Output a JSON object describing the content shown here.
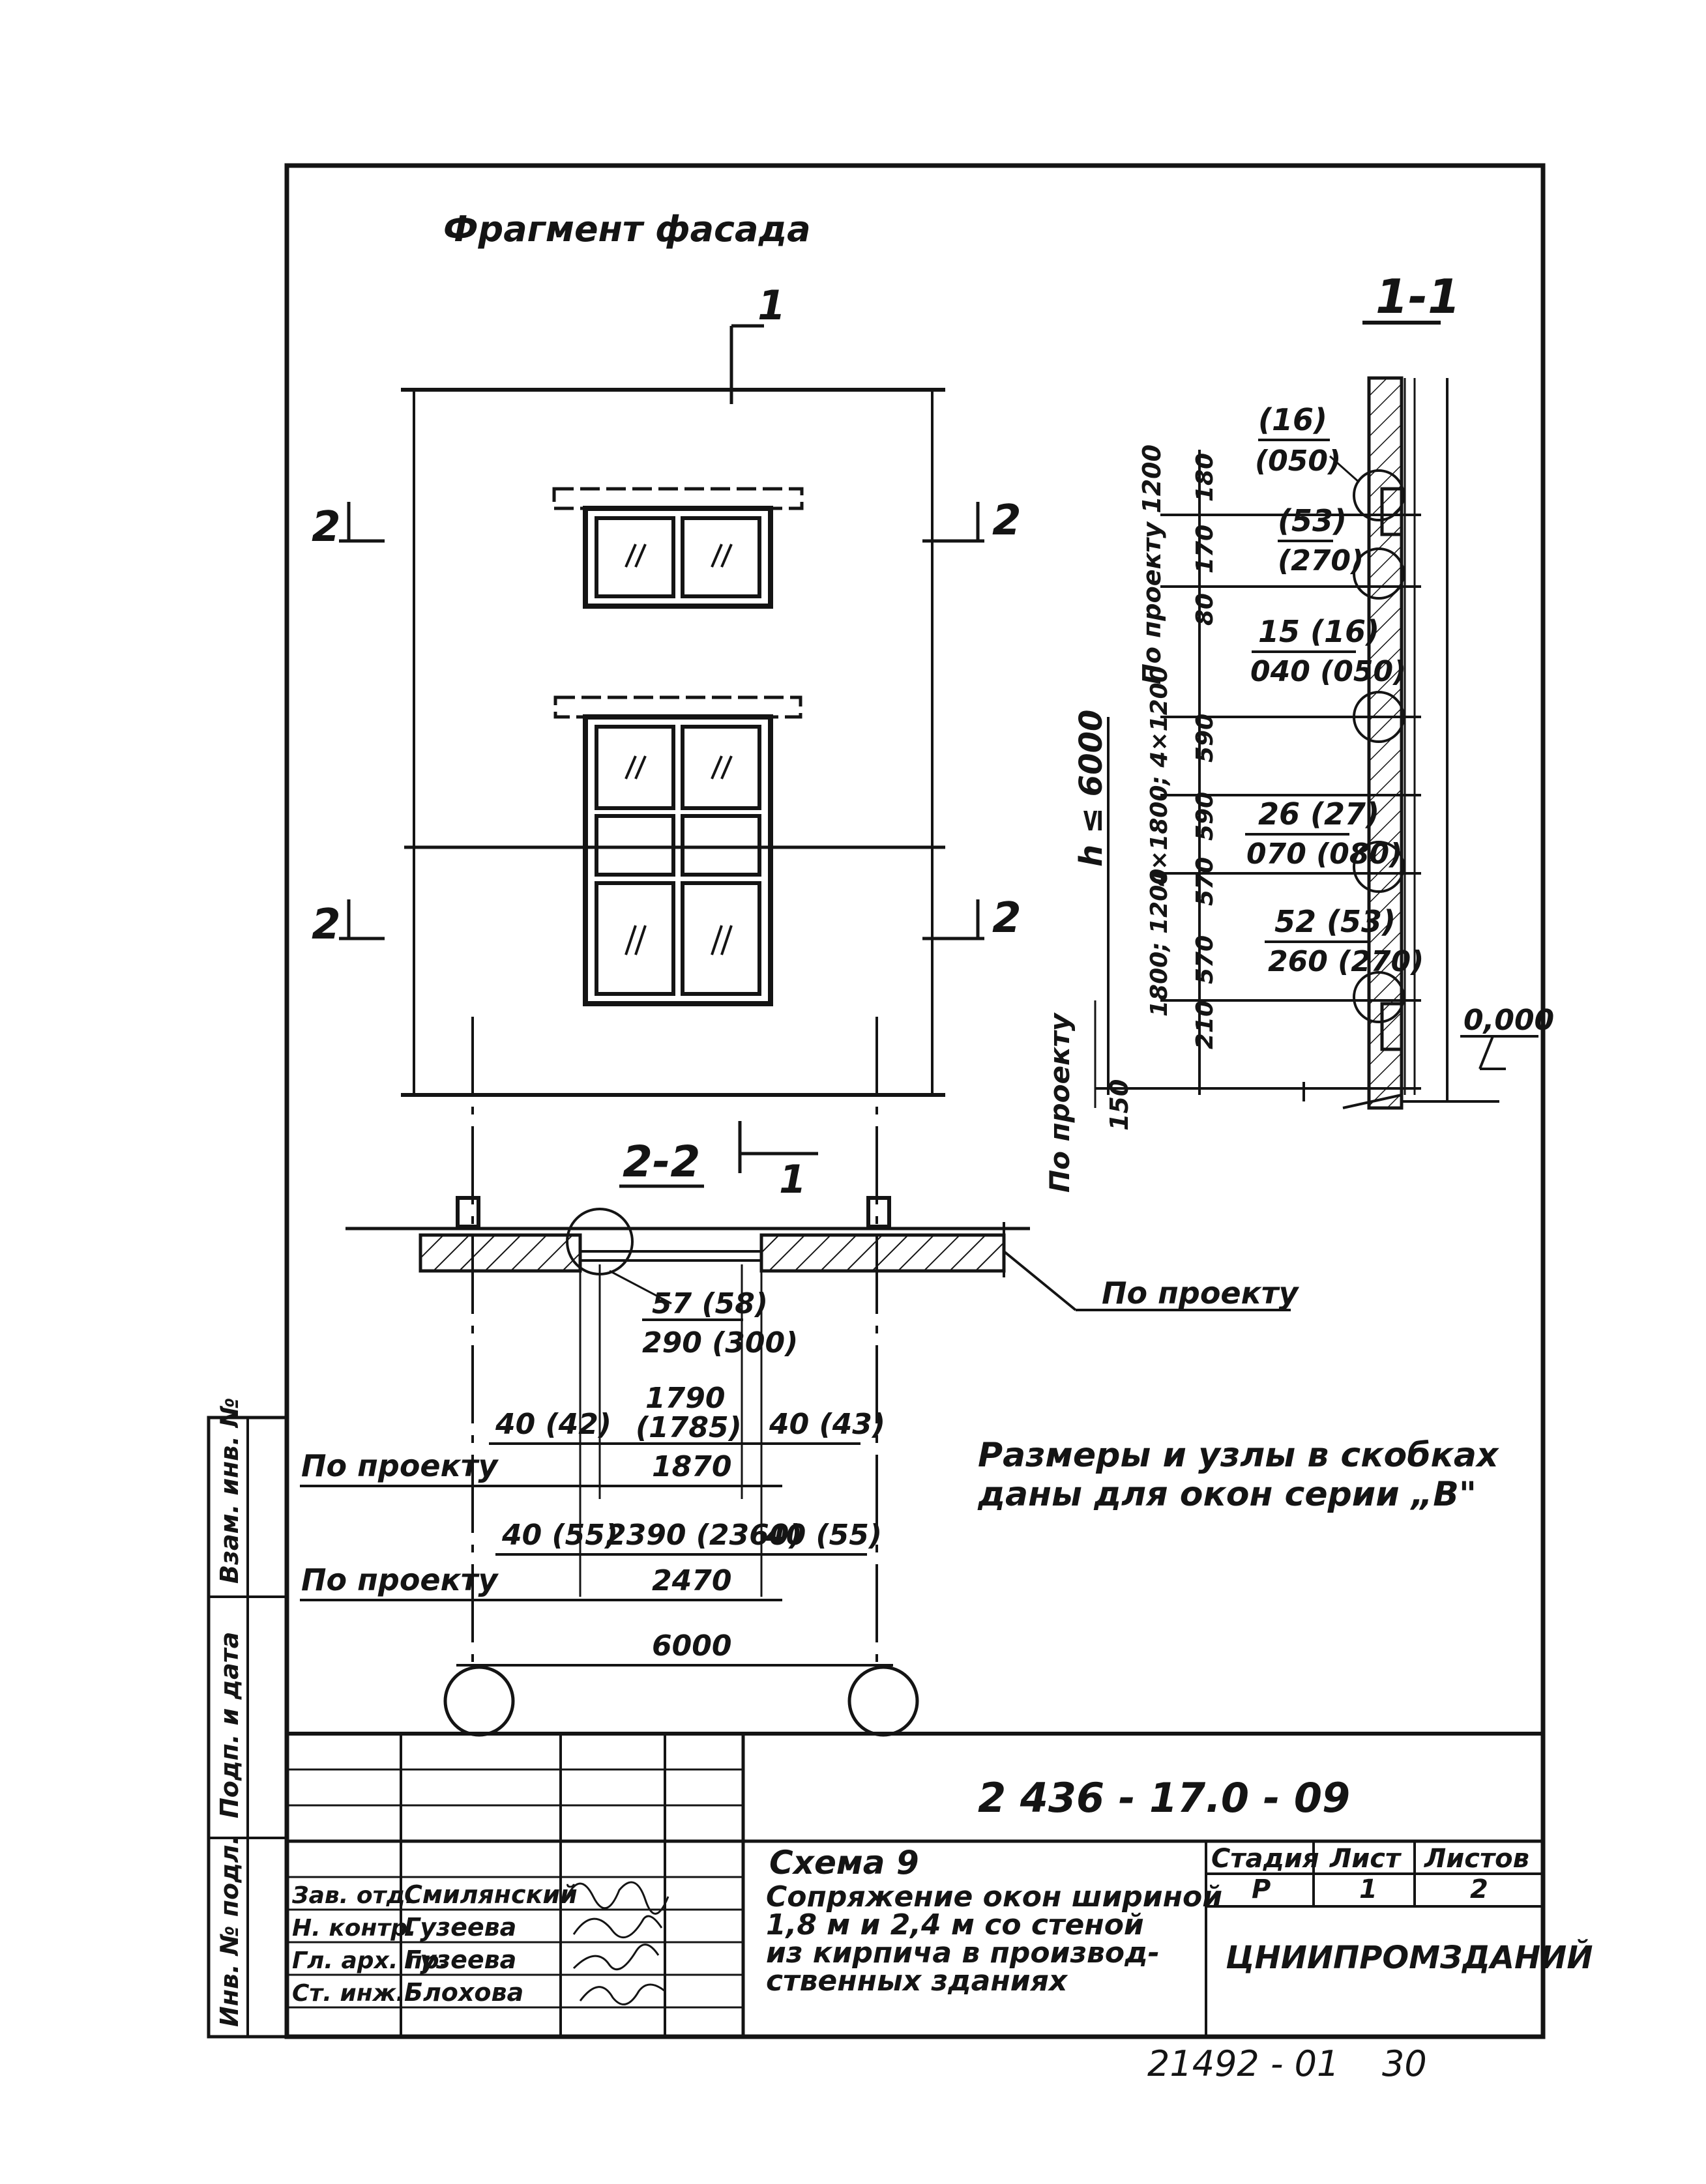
{
  "facade": {
    "title": "Фрагмент фасада",
    "section_1_mark": "1",
    "section_2_mark": "2"
  },
  "section_1_1": {
    "title": "1-1",
    "height_label": "h ≤ 6000",
    "height_left_label": "По проекту",
    "dim_150": "150",
    "dim_by_project_1200": "По проекту 1200",
    "dim_1800_1200": "1800; 1200",
    "dim_group_label": "4×1800; 4×1200",
    "marks": [
      "180",
      "80",
      "170",
      "590",
      "590",
      "570",
      "570",
      "210"
    ],
    "level": "0,000",
    "node_labels": [
      {
        "top": "(16)",
        "bottom": "(050)"
      },
      {
        "top": "(53)",
        "bottom": "(270)"
      },
      {
        "top": "15 (16)",
        "bottom": "040 (050)"
      },
      {
        "top": "26 (27)",
        "bottom": "070 (080)"
      },
      {
        "top": "52 (53)",
        "bottom": "260 (270)"
      }
    ]
  },
  "section_2_2": {
    "title": "2-2",
    "mark_1": "1",
    "by_project_right": "По проекту",
    "node_label_top": "57 (58)",
    "node_label_bottom": "290 (300)",
    "row1": {
      "left": "40 (42)",
      "mid_top": "1790",
      "mid_bottom": "(1785)",
      "right": "40 (43)"
    },
    "row1_total_label": "По проекту",
    "row1_total": "1870",
    "row2": {
      "left": "40 (55)",
      "mid": "2390 (2360)",
      "right": "40 (55)"
    },
    "row2_total_label": "По проекту",
    "row2_total": "2470",
    "axis_span": "6000"
  },
  "note": {
    "line1": "Размеры и узлы в скобках",
    "line2": "даны для окон серии „В\""
  },
  "side_stamp": {
    "col1": "Взам. инв. №",
    "col2": "Подп. и дата",
    "col3": "Инв. № подл."
  },
  "title_block": {
    "code": "2 436 - 17.0 - 09",
    "scheme": "Схема 9",
    "description": [
      "Сопряжение окон шириной",
      "1,8 м и 2,4 м со стеной",
      "из кирпича в производ-",
      "ственных зданиях"
    ],
    "stage_header": "Стадия",
    "sheet_header": "Лист",
    "sheets_header": "Листов",
    "stage": "Р",
    "sheet": "1",
    "sheets": "2",
    "organization": "ЦНИИПРОМЗДАНИЙ",
    "people": [
      {
        "role": "Зав. отд.",
        "name": "Смилянский"
      },
      {
        "role": "Н. контр.",
        "name": "Гузеева"
      },
      {
        "role": "Гл. арх. пр.",
        "name": "Гузеева"
      },
      {
        "role": "Ст. инж.",
        "name": "Блохова"
      }
    ]
  },
  "footer": {
    "inventory": "21492 - 01",
    "page": "30"
  },
  "colors": {
    "ink": "#141414",
    "paper": "#ffffff"
  }
}
